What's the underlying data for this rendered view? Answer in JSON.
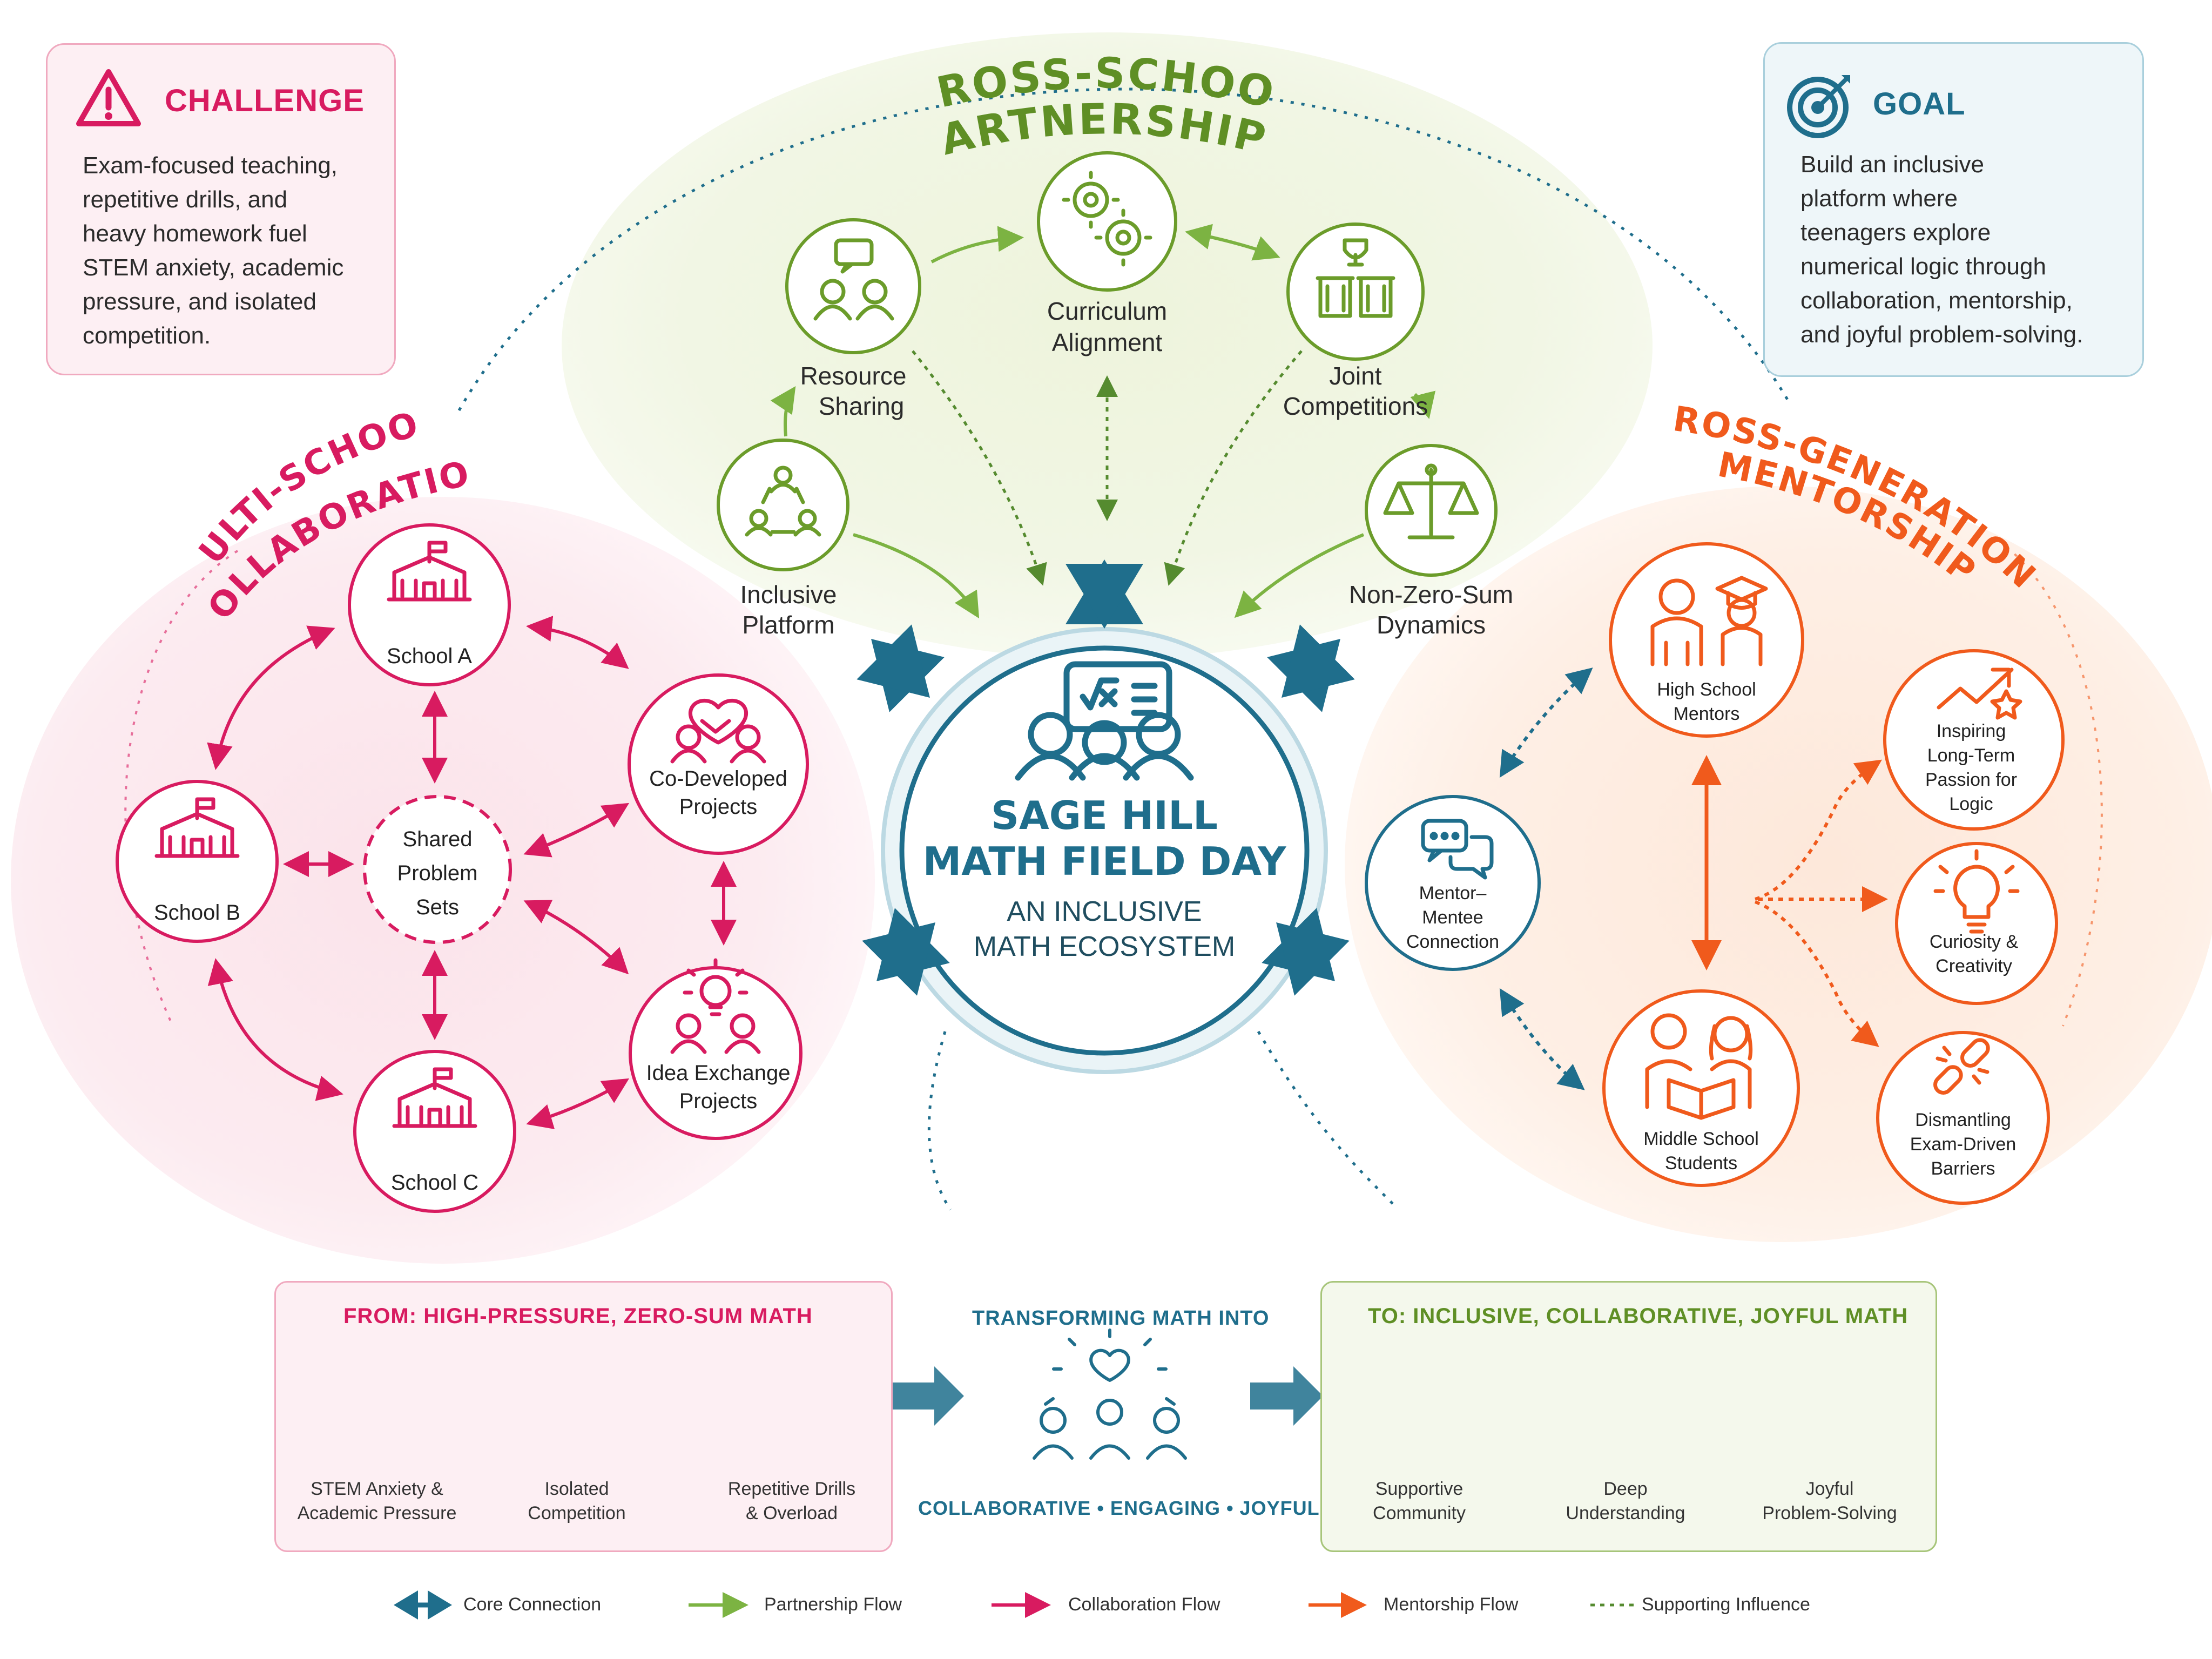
{
  "challenge": {
    "title": "CHALLENGE",
    "lines": [
      "Exam-focused teaching,",
      "repetitive drills, and",
      "heavy homework fuel",
      "STEM anxiety, academic",
      "pressure, and isolated",
      "competition."
    ]
  },
  "goal": {
    "title": "GOAL",
    "lines": [
      "Build an inclusive",
      "platform where",
      "teenagers explore",
      "numerical logic through",
      "collaboration, mentorship,",
      "and joyful problem-solving."
    ]
  },
  "center": {
    "title_line1": "SAGE HILL",
    "title_line2": "MATH FIELD DAY",
    "subtitle_line1": "AN INCLUSIVE",
    "subtitle_line2": "MATH ECOSYSTEM"
  },
  "partnerships": {
    "heading_line1": "CROSS-SCHOOL",
    "heading_line2": "PARTNERSHIPS",
    "nodes": {
      "resource_sharing": [
        "Resource",
        "Sharing"
      ],
      "curriculum_alignment": [
        "Curriculum",
        "Alignment"
      ],
      "joint_competitions": [
        "Joint",
        "Competitions"
      ],
      "inclusive_platform": [
        "Inclusive",
        "Platform"
      ],
      "non_zero_sum": [
        "Non-Zero-Sum",
        "Dynamics"
      ]
    }
  },
  "collaboration": {
    "heading_line1": "MULTI-SCHOOL",
    "heading_line2": "COLLABORATION",
    "nodes": {
      "school_a": "School A",
      "school_b": "School B",
      "school_c": "School C",
      "shared": [
        "Shared",
        "Problem",
        "Sets"
      ],
      "co_developed": [
        "Co-Developed",
        "Projects"
      ],
      "idea_exchange": [
        "Idea Exchange",
        "Projects"
      ]
    }
  },
  "mentorship": {
    "heading_line1": "CROSS-GENERATIONAL",
    "heading_line2": "MENTORSHIP",
    "nodes": {
      "high_school": [
        "High School",
        "Mentors"
      ],
      "middle_school": [
        "Middle School",
        "Students"
      ],
      "connection": [
        "Mentor–",
        "Mentee",
        "Connection"
      ],
      "inspiring": [
        "Inspiring",
        "Long-Term",
        "Passion for",
        "Logic"
      ],
      "curiosity": [
        "Curiosity &",
        "Creativity"
      ],
      "dismantling": [
        "Dismantling",
        "Exam-Driven",
        "Barriers"
      ]
    }
  },
  "from_box": {
    "title": "FROM: HIGH-PRESSURE, ZERO-SUM MATH",
    "items": [
      {
        "line1": "STEM Anxiety &",
        "line2": "Academic Pressure"
      },
      {
        "line1": "Isolated",
        "line2": "Competition"
      },
      {
        "line1": "Repetitive Drills",
        "line2": "& Overload"
      }
    ]
  },
  "transform": {
    "top": "TRANSFORMING MATH INTO",
    "bottom": "COLLABORATIVE • ENGAGING • JOYFUL"
  },
  "to_box": {
    "title": "TO: INCLUSIVE, COLLABORATIVE, JOYFUL MATH",
    "items": [
      {
        "line1": "Supportive",
        "line2": "Community"
      },
      {
        "line1": "Deep",
        "line2": "Understanding"
      },
      {
        "line1": "Joyful",
        "line2": "Problem-Solving"
      }
    ]
  },
  "legend": [
    {
      "label": "Core Connection",
      "color": "#1f6e8c"
    },
    {
      "label": "Partnership Flow",
      "color": "#7cb342"
    },
    {
      "label": "Collaboration Flow",
      "color": "#d81b60"
    },
    {
      "label": "Mentorship Flow",
      "color": "#f4511e"
    },
    {
      "label": "Supporting Influence",
      "color": "#558b2f"
    }
  ],
  "colors": {
    "teal": "#1f6e8c",
    "green": "#6b9c2a",
    "pink": "#d81b60",
    "orange": "#f05a1c"
  },
  "icons": [
    "warning-icon",
    "target-icon",
    "gears-icon",
    "chat-people-icon",
    "trophy-podium-icon",
    "network-people-icon",
    "scales-icon",
    "school-icon",
    "handshake-heart-icon",
    "lightbulb-people-icon",
    "mentor-graduate-icon",
    "students-reading-icon",
    "chat-bubbles-icon",
    "trend-star-icon",
    "lightbulb-icon",
    "broken-chain-icon",
    "stressed-head-icon",
    "podium-icon",
    "books-stack-icon",
    "heart-team-icon",
    "high-five-icon",
    "brain-gear-icon",
    "puzzle-icon"
  ]
}
